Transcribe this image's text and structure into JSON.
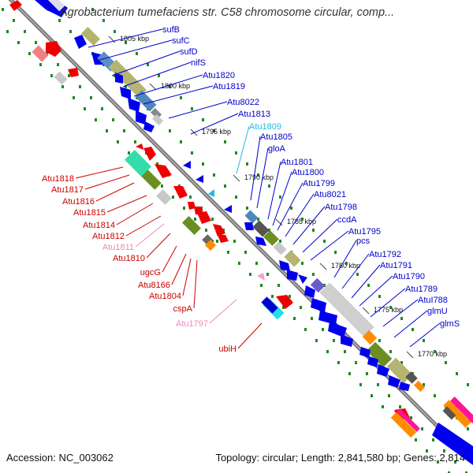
{
  "map": {
    "title": "Agrobacterium tumefaciens str. C58 chromosome circular, comp...",
    "accession_text": "Accession: NC_003062",
    "summary_text": "Topology: circular; Length: 2,841,580 bp; Genes: 2,814"
  },
  "colors": {
    "backbone": "#8c8c8c",
    "forward": "#0000ee",
    "reverse": "#ee0000",
    "label_blue": "#0000cc",
    "label_red": "#cc0000",
    "label_cyan": "#22bbdd",
    "label_pink": "#ee88bb",
    "tick": "#228822"
  },
  "kbp_ticks": [
    "1805 kbp",
    "1800 kbp",
    "1795 kbp",
    "1790 kbp",
    "1785 kbp",
    "1780 kbp",
    "1775 kbp",
    "1770 kbp"
  ],
  "right_labels": [
    {
      "text": "sufB",
      "color": "blue"
    },
    {
      "text": "sufC",
      "color": "blue"
    },
    {
      "text": "sufD",
      "color": "blue"
    },
    {
      "text": "nifS",
      "color": "blue"
    },
    {
      "text": "Atu1820",
      "color": "blue"
    },
    {
      "text": "Atu1819",
      "color": "blue"
    },
    {
      "text": "Atu8022",
      "color": "blue"
    },
    {
      "text": "Atu1813",
      "color": "blue"
    },
    {
      "text": "Atu1809",
      "color": "cyan"
    },
    {
      "text": "Atu1805",
      "color": "blue"
    },
    {
      "text": "gloA",
      "color": "blue"
    },
    {
      "text": "Atu1801",
      "color": "blue"
    },
    {
      "text": "Atu1800",
      "color": "blue"
    },
    {
      "text": "Atu1799",
      "color": "blue"
    },
    {
      "text": "Atu8021",
      "color": "blue"
    },
    {
      "text": "Atu1798",
      "color": "blue"
    },
    {
      "text": "ccdA",
      "color": "blue"
    },
    {
      "text": "Atu1795",
      "color": "blue"
    },
    {
      "text": "pcs",
      "color": "blue"
    },
    {
      "text": "Atu1792",
      "color": "blue"
    },
    {
      "text": "Atu1791",
      "color": "blue"
    },
    {
      "text": "Atu1790",
      "color": "blue"
    },
    {
      "text": "Atu1789",
      "color": "blue"
    },
    {
      "text": "AtuI788",
      "color": "blue"
    },
    {
      "text": "glmU",
      "color": "blue"
    },
    {
      "text": "glmS",
      "color": "blue"
    }
  ],
  "left_labels": [
    {
      "text": "Atu1818",
      "color": "red"
    },
    {
      "text": "Atu1817",
      "color": "red"
    },
    {
      "text": "Atu1816",
      "color": "red"
    },
    {
      "text": "Atu1815",
      "color": "red"
    },
    {
      "text": "Atu1814",
      "color": "red"
    },
    {
      "text": "Atu1812",
      "color": "red"
    },
    {
      "text": "Atu1811",
      "color": "pink"
    },
    {
      "text": "Atu1810",
      "color": "red"
    },
    {
      "text": "ugcG",
      "color": "red"
    },
    {
      "text": "Atu8166",
      "color": "red"
    },
    {
      "text": "Atu1804",
      "color": "red"
    },
    {
      "text": "cspA",
      "color": "red"
    },
    {
      "text": "Atu1797",
      "color": "pink"
    },
    {
      "text": "ubiH",
      "color": "red"
    }
  ]
}
